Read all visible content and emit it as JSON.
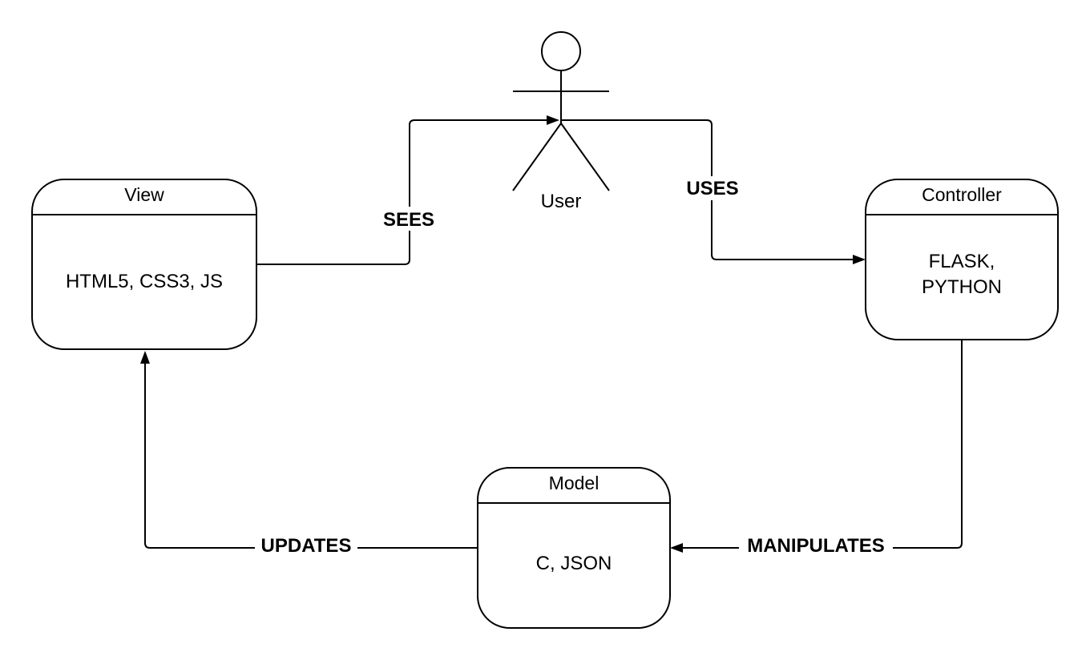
{
  "actor": {
    "name": "User"
  },
  "boxes": {
    "view": {
      "title": "View",
      "body_lines": [
        "HTML5, CSS3, JS"
      ]
    },
    "controller": {
      "title": "Controller",
      "body_lines": [
        "FLASK,",
        "PYTHON"
      ]
    },
    "model": {
      "title": "Model",
      "body_lines": [
        "C, JSON"
      ]
    }
  },
  "edges": {
    "sees": {
      "label": "SEES",
      "from": "View",
      "to": "User"
    },
    "uses": {
      "label": "USES",
      "from": "User",
      "to": "Controller"
    },
    "manipulates": {
      "label": "MANIPULATES",
      "from": "Controller",
      "to": "Model"
    },
    "updates": {
      "label": "UPDATES",
      "from": "Model",
      "to": "View"
    }
  }
}
